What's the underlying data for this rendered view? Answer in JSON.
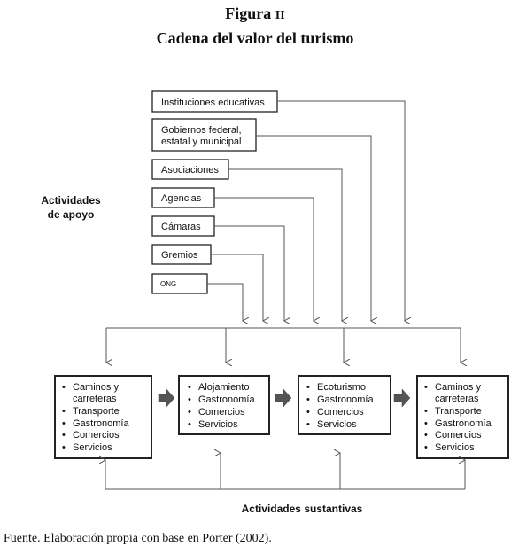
{
  "figure": {
    "label": "Figura",
    "number": "II",
    "title": "Cadena del valor del turismo"
  },
  "support": {
    "heading_line1": "Actividades",
    "heading_line2": "de apoyo",
    "boxes": [
      {
        "lines": [
          "Instituciones educativas"
        ]
      },
      {
        "lines": [
          "Gobiernos federal,",
          "estatal y municipal"
        ]
      },
      {
        "lines": [
          "Asociaciones"
        ]
      },
      {
        "lines": [
          "Agencias"
        ]
      },
      {
        "lines": [
          "Cámaras"
        ]
      },
      {
        "lines": [
          "Gremios"
        ]
      },
      {
        "lines": [
          "ONG"
        ]
      }
    ]
  },
  "core": {
    "heading": "Actividades sustantivas",
    "bullet": "•",
    "boxes": [
      {
        "items": [
          "Caminos y",
          "carreteras",
          "Transporte",
          "Gastronomía",
          "Comercios",
          "Servicios"
        ],
        "bullets": [
          true,
          false,
          true,
          true,
          true,
          true
        ]
      },
      {
        "items": [
          "Alojamiento",
          "Gastronomía",
          "Comercios",
          "Servicios"
        ],
        "bullets": [
          true,
          true,
          true,
          true
        ]
      },
      {
        "items": [
          "Ecoturismo",
          "Gastronomía",
          "Comercios",
          "Servicios"
        ],
        "bullets": [
          true,
          true,
          true,
          true
        ]
      },
      {
        "items": [
          "Caminos y",
          "carreteras",
          "Transporte",
          "Gastronomía",
          "Comercios",
          "Servicios"
        ],
        "bullets": [
          true,
          false,
          true,
          true,
          true,
          true
        ]
      }
    ]
  },
  "source": "Fuente. Elaboración propia con base en Porter (2002).",
  "colors": {
    "lines": "#555555",
    "box_border": "#222222",
    "flow_arrow": "#555555"
  }
}
